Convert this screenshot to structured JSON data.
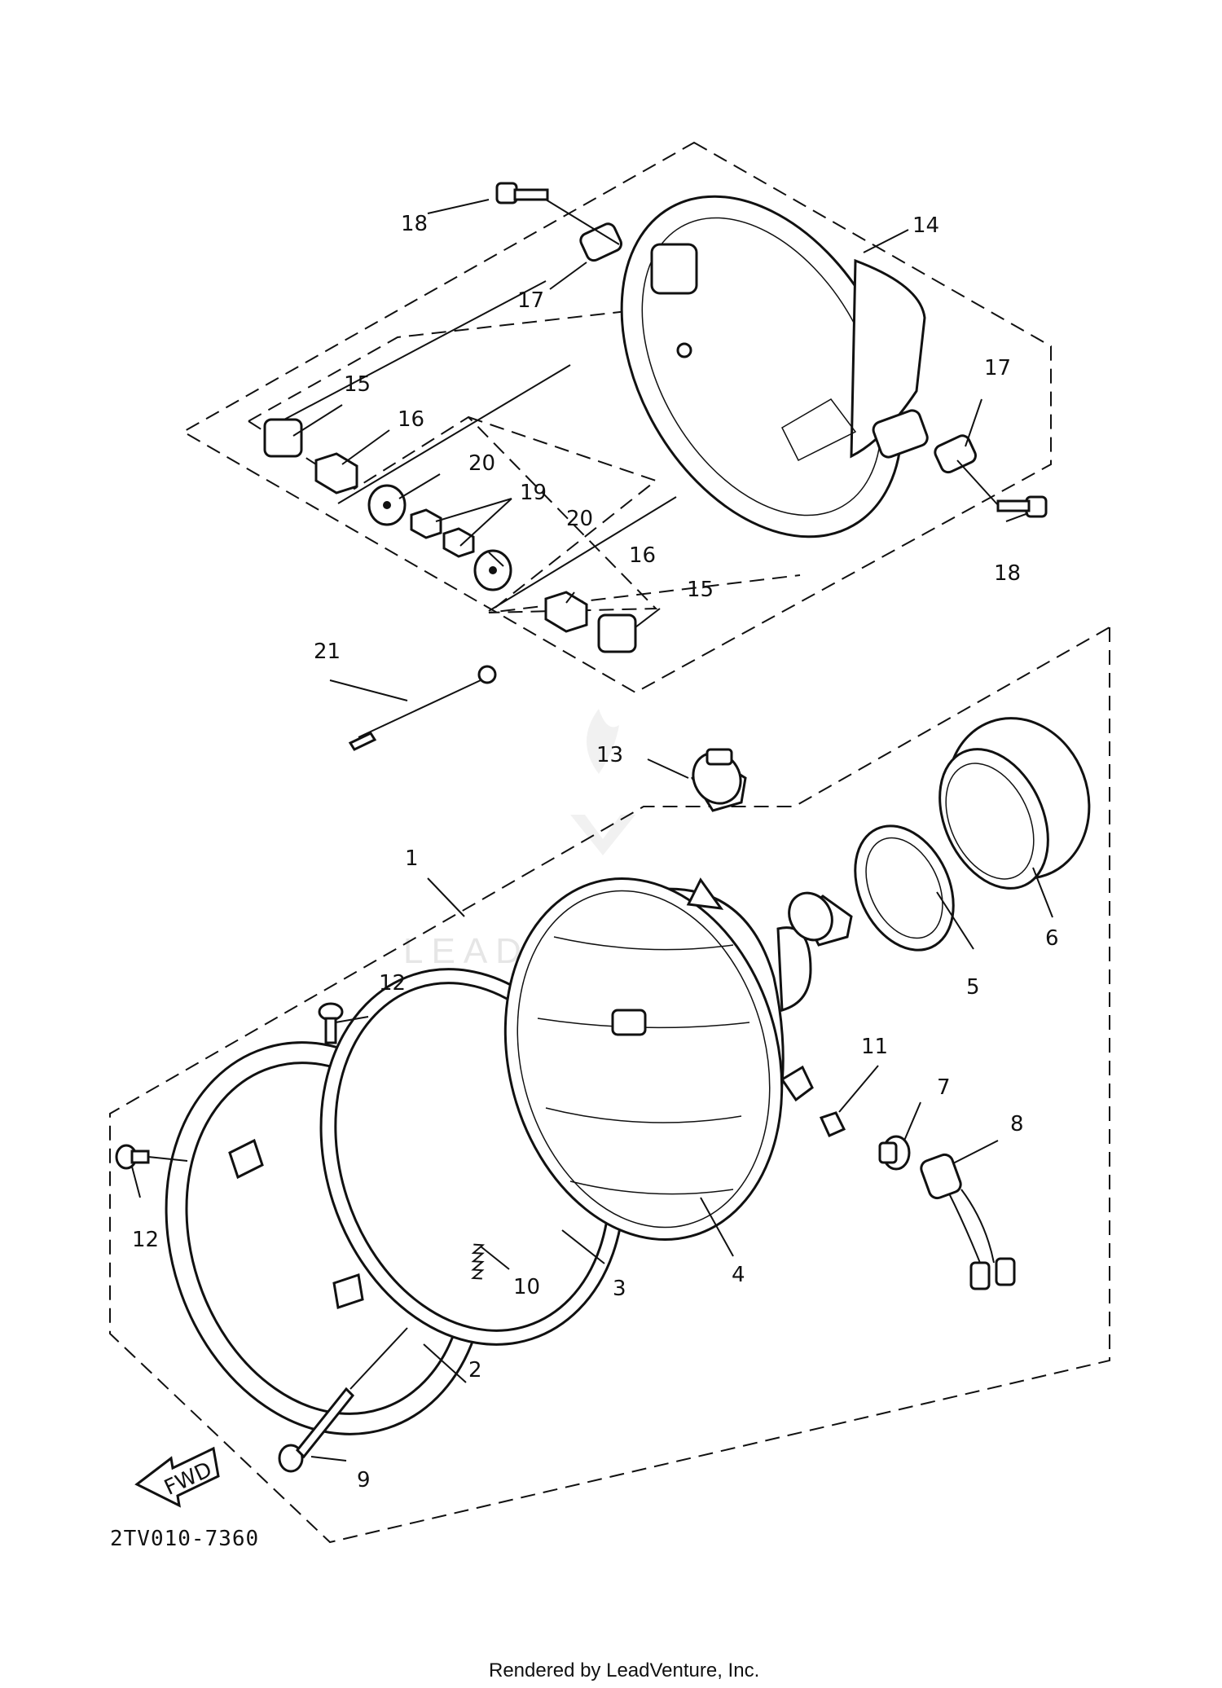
{
  "diagram": {
    "callouts": {
      "p1": "1",
      "p2": "2",
      "p3": "3",
      "p4": "4",
      "p5": "5",
      "p6": "6",
      "p7": "7",
      "p8": "8",
      "p9": "9",
      "p10": "10",
      "p11": "11",
      "p12a": "12",
      "p12b": "12",
      "p13": "13",
      "p14": "14",
      "p15a": "15",
      "p15b": "15",
      "p16a": "16",
      "p16b": "16",
      "p17a": "17",
      "p17b": "17",
      "p18a": "18",
      "p18b": "18",
      "p19": "19",
      "p20a": "20",
      "p20b": "20",
      "p21": "21"
    },
    "fwd_label": "FWD",
    "diagram_code": "2TV010-7360",
    "watermark": "LEADVENTURE",
    "footer": "Rendered by LeadVenture, Inc."
  }
}
